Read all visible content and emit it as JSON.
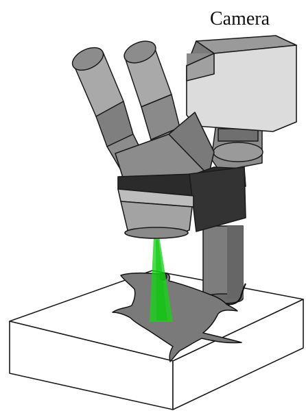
{
  "labels": {
    "camera": "Camera"
  },
  "colors": {
    "background": "#ffffff",
    "outline": "#1a1a1a",
    "eyepiece_light": "#a9a9a9",
    "eyepiece_mid": "#8c8c8c",
    "eyepiece_dark": "#6f6f6f",
    "camera_front": "#dcdcdc",
    "camera_top": "#9a9a9a",
    "camera_side": "#7a7a7a",
    "ring_dark": "#2b2b2b",
    "ring_light": "#bdbdbd",
    "objective": "#a3a3a3",
    "stand": "#7d7d7d",
    "mouse": "#7a7a7a",
    "platform": "#ffffff",
    "beam": "#17d417"
  },
  "icons": {
    "microscope": "stereo-microscope-illustration",
    "camera": "camera-body-illustration",
    "mouse": "mouse-specimen-illustration",
    "platform": "platform-box-illustration",
    "beam": "green-light-beam-illustration"
  }
}
